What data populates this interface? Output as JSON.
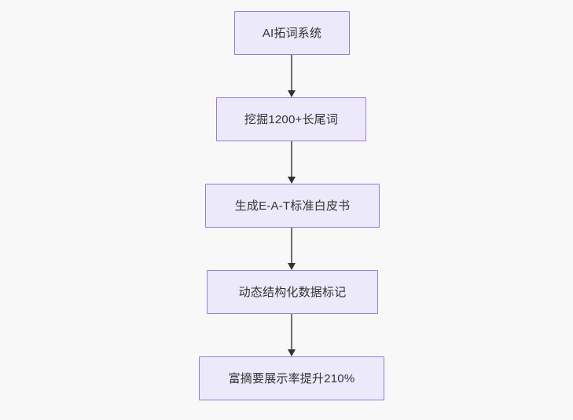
{
  "diagram": {
    "type": "flowchart",
    "direction": "top-to-bottom",
    "background_color": "#f8f8f8",
    "node_fill_color": "#ece9fb",
    "node_border_color": "#9d79d6",
    "node_text_color": "#333333",
    "edge_color": "#6e6e6e",
    "arrowhead_color": "#333333",
    "nodes": [
      {
        "id": "n1",
        "label": "AI拓词系统"
      },
      {
        "id": "n2",
        "label": "挖掘1200+长尾词"
      },
      {
        "id": "n3",
        "label": "生成E-A-T标准白皮书"
      },
      {
        "id": "n4",
        "label": "动态结构化数据标记"
      },
      {
        "id": "n5",
        "label": "富摘要展示率提升210%"
      }
    ],
    "edges": [
      {
        "id": "e1",
        "from": "n1",
        "to": "n2",
        "label": ""
      },
      {
        "id": "e2",
        "from": "n2",
        "to": "n3",
        "label": ""
      },
      {
        "id": "e3",
        "from": "n3",
        "to": "n4",
        "label": ""
      },
      {
        "id": "e4",
        "from": "n4",
        "to": "n5",
        "label": ""
      }
    ]
  }
}
